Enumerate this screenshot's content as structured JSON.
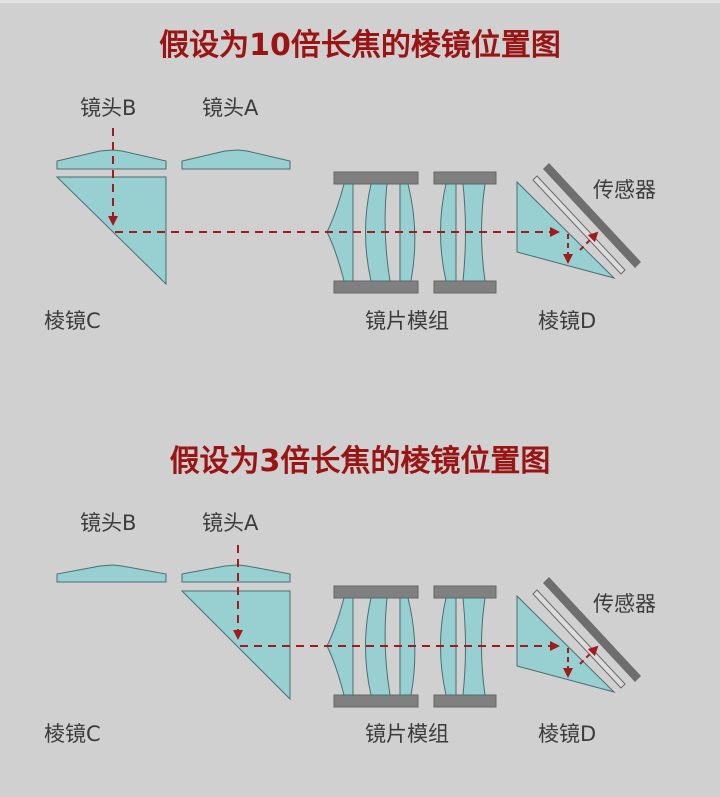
{
  "colors": {
    "background": "#d0d0d0",
    "title": "#9b1414",
    "glass": "#98cfd0",
    "glass_outline": "#4a6f70",
    "holder": "#808080",
    "sensor": "#6e6e6e",
    "ray": "#a01c1c",
    "label": "#3c3c3c"
  },
  "panels": [
    {
      "title": "假设为10倍长焦的棱镜位置图",
      "labels": {
        "lens_b": "镜头B",
        "lens_a": "镜头A",
        "prism_c": "棱镜C",
        "lens_module": "镜片模组",
        "prism_d": "棱镜D",
        "sensor": "传感器"
      },
      "active_lens": "镜头B"
    },
    {
      "title": "假设为3倍长焦的棱镜位置图",
      "labels": {
        "lens_b": "镜头B",
        "lens_a": "镜头A",
        "prism_c": "棱镜C",
        "lens_module": "镜片模组",
        "prism_d": "棱镜D",
        "sensor": "传感器"
      },
      "active_lens": "镜头A"
    }
  ]
}
